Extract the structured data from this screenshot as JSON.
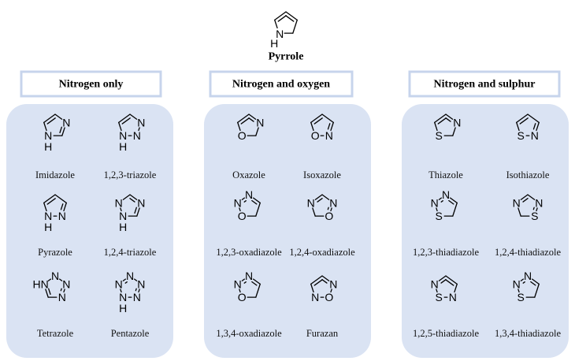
{
  "top": {
    "name": "Pyrrole",
    "atoms": [
      "N",
      "H"
    ]
  },
  "groups": [
    {
      "header": "Nitrogen only",
      "molecules": [
        {
          "id": "imidazole",
          "name": "Imidazole",
          "atoms": [
            "N",
            "N",
            "H"
          ]
        },
        {
          "id": "triazole-123",
          "name": "1,2,3-triazole",
          "atoms": [
            "N",
            "N",
            "N",
            "H"
          ]
        },
        {
          "id": "pyrazole",
          "name": "Pyrazole",
          "atoms": [
            "N",
            "N",
            "H"
          ]
        },
        {
          "id": "triazole-124",
          "name": "1,2,4-triazole",
          "atoms": [
            "N",
            "N",
            "N",
            "H"
          ]
        },
        {
          "id": "tetrazole",
          "name": "Tetrazole",
          "atoms": [
            "HN",
            "N",
            "N",
            "N"
          ]
        },
        {
          "id": "pentazole",
          "name": "Pentazole",
          "atoms": [
            "N",
            "N",
            "N",
            "N",
            "N",
            "H"
          ]
        }
      ]
    },
    {
      "header": "Nitrogen and oxygen",
      "molecules": [
        {
          "id": "oxazole",
          "name": "Oxazole",
          "atoms": [
            "N",
            "O"
          ]
        },
        {
          "id": "isoxazole",
          "name": "Isoxazole",
          "atoms": [
            "O",
            "N"
          ]
        },
        {
          "id": "oxadiazole-123",
          "name": "1,2,3-oxadiazole",
          "atoms": [
            "N",
            "N",
            "O"
          ]
        },
        {
          "id": "oxadiazole-124",
          "name": "1,2,4-oxadiazole",
          "atoms": [
            "N",
            "O",
            "N"
          ]
        },
        {
          "id": "oxadiazole-134",
          "name": "1,3,4-oxadiazole",
          "atoms": [
            "N",
            "N",
            "O"
          ]
        },
        {
          "id": "furazan",
          "name": "Furazan",
          "atoms": [
            "N",
            "O",
            "N"
          ]
        }
      ]
    },
    {
      "header": "Nitrogen and sulphur",
      "molecules": [
        {
          "id": "thiazole",
          "name": "Thiazole",
          "atoms": [
            "N",
            "S"
          ]
        },
        {
          "id": "isothiazole",
          "name": "Isothiazole",
          "atoms": [
            "S",
            "N"
          ]
        },
        {
          "id": "thiadiazole-123",
          "name": "1,2,3-thiadiazole",
          "atoms": [
            "N",
            "N",
            "S"
          ]
        },
        {
          "id": "thiadiazole-124",
          "name": "1,2,4-thiadiazole",
          "atoms": [
            "N",
            "S",
            "N"
          ]
        },
        {
          "id": "thiadiazole-125",
          "name": "1,2,5-thiadiazole",
          "atoms": [
            "N",
            "S",
            "N"
          ]
        },
        {
          "id": "thiadiazole-134",
          "name": "1,3,4-thiadiazole",
          "atoms": [
            "N",
            "N",
            "S"
          ]
        }
      ]
    }
  ],
  "colors": {
    "panel_fill": "#dae3f3",
    "header_border": "#c7d4ec",
    "ink": "#000000"
  }
}
